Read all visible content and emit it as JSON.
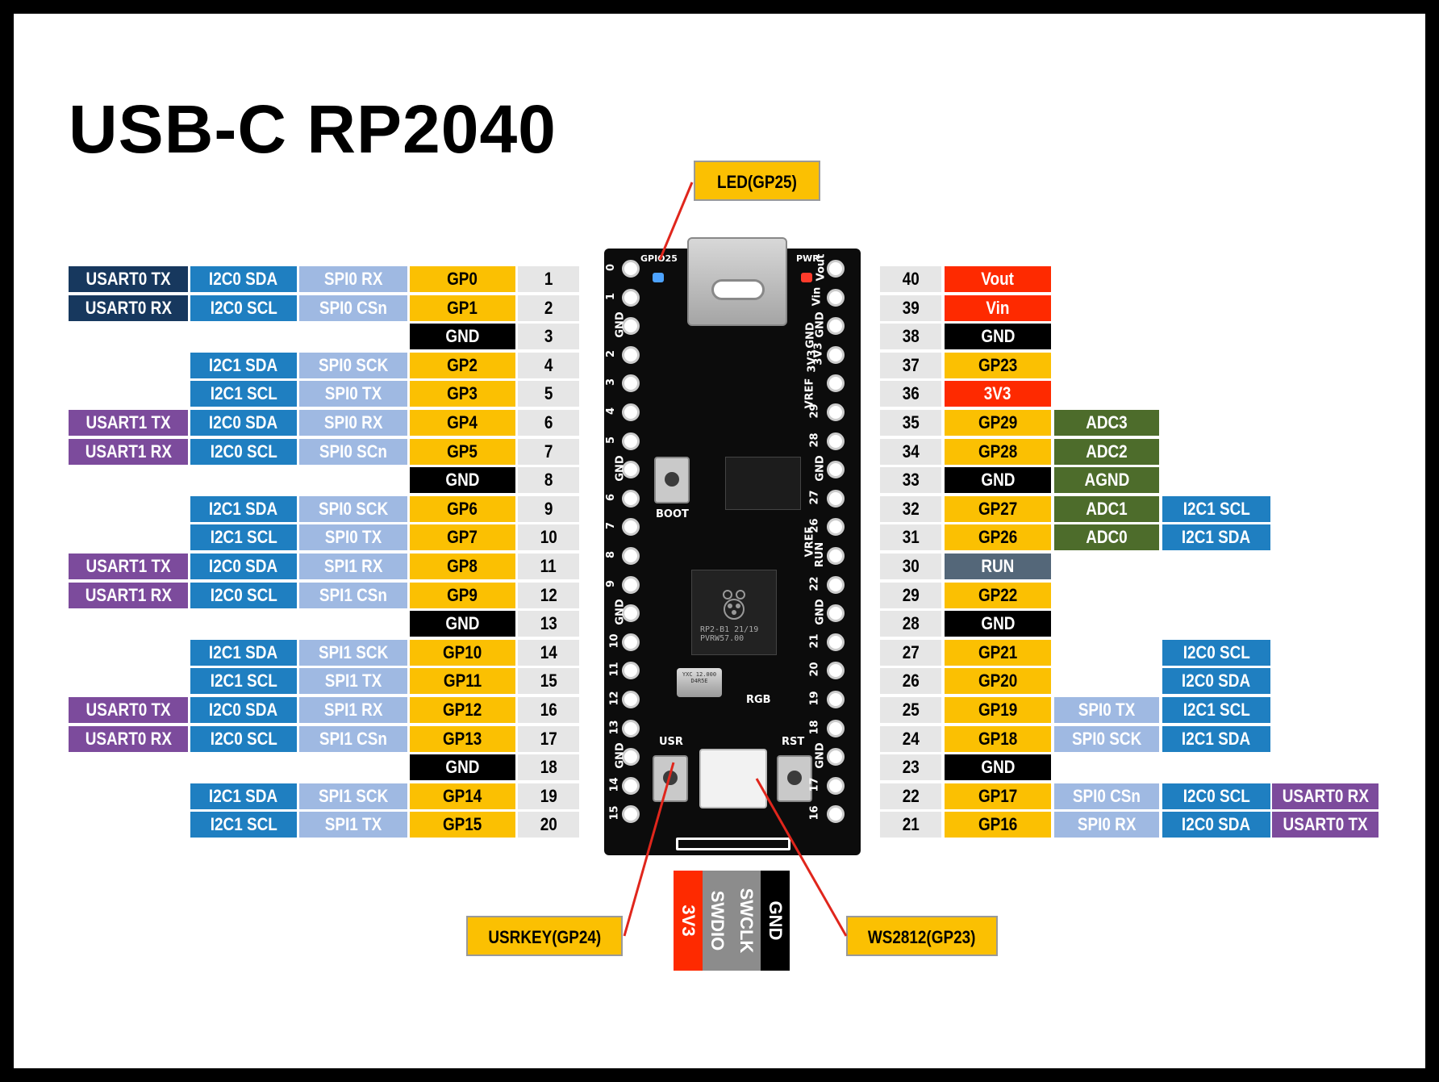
{
  "title": "USB-C RP2040",
  "colors": {
    "usart": "#7c4b9c",
    "usart0": "#17385e",
    "i2c": "#1f7fc1",
    "spi": "#9fb9e2",
    "gpio": "#fbc002",
    "gnd": "#000000",
    "pin": "#e6e6e6",
    "power": "#fe2a00",
    "adc": "#4d6c2b",
    "run": "#546779"
  },
  "left_pins": [
    {
      "num": "1",
      "gpio": "GP0",
      "spi": "SPI0 RX",
      "i2c": "I2C0 SDA",
      "usart": "USART0 TX",
      "usart_kind": "usart0"
    },
    {
      "num": "2",
      "gpio": "GP1",
      "spi": "SPI0 CSn",
      "i2c": "I2C0 SCL",
      "usart": "USART0 RX",
      "usart_kind": "usart0"
    },
    {
      "num": "3",
      "gpio": "GND"
    },
    {
      "num": "4",
      "gpio": "GP2",
      "spi": "SPI0 SCK",
      "i2c": "I2C1 SDA"
    },
    {
      "num": "5",
      "gpio": "GP3",
      "spi": "SPI0 TX",
      "i2c": "I2C1 SCL"
    },
    {
      "num": "6",
      "gpio": "GP4",
      "spi": "SPI0 RX",
      "i2c": "I2C0 SDA",
      "usart": "USART1 TX",
      "usart_kind": "usart"
    },
    {
      "num": "7",
      "gpio": "GP5",
      "spi": "SPI0 SCn",
      "i2c": "I2C0 SCL",
      "usart": "USART1 RX",
      "usart_kind": "usart"
    },
    {
      "num": "8",
      "gpio": "GND"
    },
    {
      "num": "9",
      "gpio": "GP6",
      "spi": "SPI0 SCK",
      "i2c": "I2C1 SDA"
    },
    {
      "num": "10",
      "gpio": "GP7",
      "spi": "SPI0 TX",
      "i2c": "I2C1 SCL"
    },
    {
      "num": "11",
      "gpio": "GP8",
      "spi": "SPI1 RX",
      "i2c": "I2C0 SDA",
      "usart": "USART1 TX",
      "usart_kind": "usart"
    },
    {
      "num": "12",
      "gpio": "GP9",
      "spi": "SPI1 CSn",
      "i2c": "I2C0 SCL",
      "usart": "USART1 RX",
      "usart_kind": "usart"
    },
    {
      "num": "13",
      "gpio": "GND"
    },
    {
      "num": "14",
      "gpio": "GP10",
      "spi": "SPI1 SCK",
      "i2c": "I2C1 SDA"
    },
    {
      "num": "15",
      "gpio": "GP11",
      "spi": "SPI1 TX",
      "i2c": "I2C1 SCL"
    },
    {
      "num": "16",
      "gpio": "GP12",
      "spi": "SPI1 RX",
      "i2c": "I2C0 SDA",
      "usart": "USART0 TX",
      "usart_kind": "usart"
    },
    {
      "num": "17",
      "gpio": "GP13",
      "spi": "SPI1 CSn",
      "i2c": "I2C0 SCL",
      "usart": "USART0 RX",
      "usart_kind": "usart"
    },
    {
      "num": "18",
      "gpio": "GND"
    },
    {
      "num": "19",
      "gpio": "GP14",
      "spi": "SPI1 SCK",
      "i2c": "I2C1 SDA"
    },
    {
      "num": "20",
      "gpio": "GP15",
      "spi": "SPI1 TX",
      "i2c": "I2C1 SCL"
    }
  ],
  "right_pins": [
    {
      "num": "40",
      "main": "Vout",
      "main_kind": "pwr"
    },
    {
      "num": "39",
      "main": "Vin",
      "main_kind": "pwr"
    },
    {
      "num": "38",
      "main": "GND",
      "main_kind": "gnd"
    },
    {
      "num": "37",
      "main": "GP23",
      "main_kind": "gp"
    },
    {
      "num": "36",
      "main": "3V3",
      "main_kind": "pwr"
    },
    {
      "num": "35",
      "main": "GP29",
      "main_kind": "gp",
      "adc": "ADC3"
    },
    {
      "num": "34",
      "main": "GP28",
      "main_kind": "gp",
      "adc": "ADC2"
    },
    {
      "num": "33",
      "main": "GND",
      "main_kind": "gnd",
      "adc": "AGND"
    },
    {
      "num": "32",
      "main": "GP27",
      "main_kind": "gp",
      "adc": "ADC1",
      "i2c": "I2C1 SCL"
    },
    {
      "num": "31",
      "main": "GP26",
      "main_kind": "gp",
      "adc": "ADC0",
      "i2c": "I2C1 SDA"
    },
    {
      "num": "30",
      "main": "RUN",
      "main_kind": "run"
    },
    {
      "num": "29",
      "main": "GP22",
      "main_kind": "gp"
    },
    {
      "num": "28",
      "main": "GND",
      "main_kind": "gnd"
    },
    {
      "num": "27",
      "main": "GP21",
      "main_kind": "gp",
      "i2c": "I2C0 SCL"
    },
    {
      "num": "26",
      "main": "GP20",
      "main_kind": "gp",
      "i2c": "I2C0 SDA"
    },
    {
      "num": "25",
      "main": "GP19",
      "main_kind": "gp",
      "spi": "SPI0 TX",
      "i2c": "I2C1 SCL"
    },
    {
      "num": "24",
      "main": "GP18",
      "main_kind": "gp",
      "spi": "SPI0 SCK",
      "i2c": "I2C1 SDA"
    },
    {
      "num": "23",
      "main": "GND",
      "main_kind": "gnd"
    },
    {
      "num": "22",
      "main": "GP17",
      "main_kind": "gp",
      "spi": "SPI0 CSn",
      "i2c": "I2C0 SCL",
      "usart": "USART0 RX"
    },
    {
      "num": "21",
      "main": "GP16",
      "main_kind": "gp",
      "spi": "SPI0 RX",
      "i2c": "I2C0 SDA",
      "usart": "USART0 TX"
    }
  ],
  "board": {
    "left_silk": [
      "0",
      "1",
      "GND",
      "2",
      "3",
      "4",
      "5",
      "GND",
      "6",
      "7",
      "8",
      "9",
      "GND",
      "10",
      "11",
      "12",
      "13",
      "GND",
      "14",
      "15"
    ],
    "right_silk": [
      "Vout",
      "Vin",
      "GND",
      "3V3",
      "29",
      "28",
      "GND",
      "27",
      "26",
      "RUN",
      "22",
      "GND",
      "21",
      "20",
      "19",
      "18",
      "GND",
      "17",
      "16"
    ],
    "labels": {
      "gpio25": "GPIO25",
      "pwr": "PWR",
      "boot": "BOOT",
      "usr": "USR",
      "rst": "RST",
      "rgb": "RGB",
      "vref1": "VREF",
      "vref2": "VREF",
      "gnd_top": "GND",
      "v3v3": "3V3",
      "chip_line1": "RP2-B1  21/19",
      "chip_line2": "PVRW57.00",
      "crystal": "YXC 12.000 D4R5E"
    }
  },
  "callouts": {
    "led": "LED(GP25)",
    "usrkey": "USRKEY(GP24)",
    "ws2812": "WS2812(GP23)"
  },
  "swd": [
    {
      "label": "3V3",
      "color": "#fe2a00"
    },
    {
      "label": "SWDIO",
      "color": "#8c8c8c"
    },
    {
      "label": "SWCLK",
      "color": "#8c8c8c"
    },
    {
      "label": "GND",
      "color": "#000000"
    }
  ]
}
